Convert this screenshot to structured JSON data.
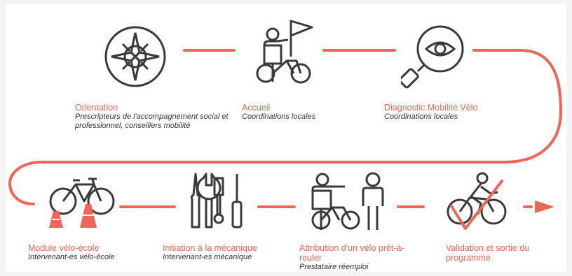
{
  "colors": {
    "accent": "#ef6656",
    "icon": "#3a3a3a"
  },
  "steps": [
    {
      "icon": "compass-icon",
      "title": "Orientation",
      "subtitle": "Prescripteurs de l'accompagnement social et professionnel, conseillers mobilité"
    },
    {
      "icon": "flag-bicycle-person-icon",
      "title": "Accueil",
      "subtitle": "Coordinations locales"
    },
    {
      "icon": "magnifier-eye-icon",
      "title": "Diagnostic Mobilité Vélo",
      "subtitle": "Coordinations locales"
    },
    {
      "icon": "bicycle-cones-icon",
      "title": "Module vélo-école",
      "subtitle": "Intervenant-es vélo-école"
    },
    {
      "icon": "tools-icon",
      "title": "Initiation à la mécanique",
      "subtitle": "Intervenant-es mécanique"
    },
    {
      "icon": "bike-handover-icon",
      "title": "Attribution d'un vélo prêt-à-rouler",
      "subtitle": "Prestataire réemploi"
    },
    {
      "icon": "cyclist-check-icon",
      "title": "Validation et sortie du programme",
      "subtitle": ""
    }
  ]
}
